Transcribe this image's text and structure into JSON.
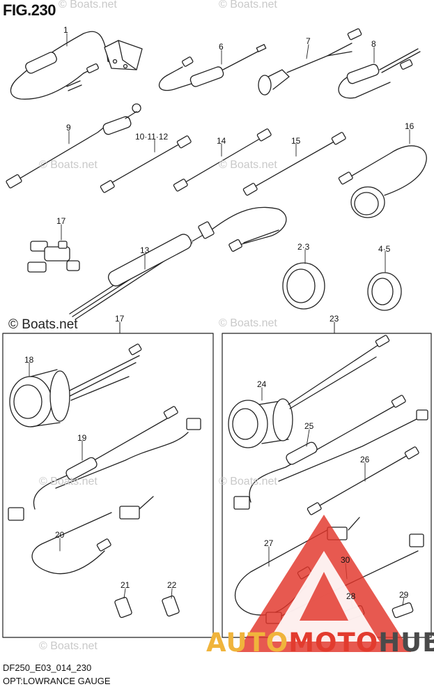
{
  "figure": {
    "title": "FIG.230"
  },
  "watermark": {
    "text": "© Boats.net"
  },
  "callouts": [
    {
      "id": "c1",
      "label": "1"
    },
    {
      "id": "c6",
      "label": "6"
    },
    {
      "id": "c7",
      "label": "7"
    },
    {
      "id": "c8",
      "label": "8"
    },
    {
      "id": "c9",
      "label": "9"
    },
    {
      "id": "c10",
      "label": "10·11·12"
    },
    {
      "id": "c14",
      "label": "14"
    },
    {
      "id": "c15",
      "label": "15"
    },
    {
      "id": "c16",
      "label": "16"
    },
    {
      "id": "c17a",
      "label": "17"
    },
    {
      "id": "c13",
      "label": "13"
    },
    {
      "id": "c23a",
      "label": "2·3"
    },
    {
      "id": "c45",
      "label": "4·5"
    },
    {
      "id": "c17b",
      "label": "17"
    },
    {
      "id": "c23b",
      "label": "23"
    },
    {
      "id": "c18",
      "label": "18"
    },
    {
      "id": "c19",
      "label": "19"
    },
    {
      "id": "c20",
      "label": "20"
    },
    {
      "id": "c21",
      "label": "21"
    },
    {
      "id": "c22",
      "label": "22"
    },
    {
      "id": "c24",
      "label": "24"
    },
    {
      "id": "c25",
      "label": "25"
    },
    {
      "id": "c26",
      "label": "26"
    },
    {
      "id": "c27",
      "label": "27"
    },
    {
      "id": "c30",
      "label": "30"
    },
    {
      "id": "c28",
      "label": "28"
    },
    {
      "id": "c29",
      "label": "29"
    }
  ],
  "footer": {
    "code": "DF250_E03_014_230",
    "caption": "OPT:LOWRANCE GAUGE"
  },
  "logo": {
    "part1": "AUTO",
    "part2": "MOTO",
    "part3": "HUB"
  }
}
